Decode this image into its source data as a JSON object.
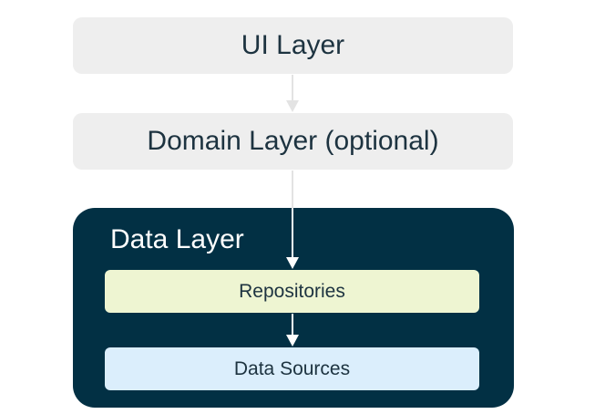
{
  "diagram": {
    "ui_layer": "UI Layer",
    "domain_layer": "Domain Layer (optional)",
    "data_layer": "Data Layer",
    "repositories": "Repositories",
    "data_sources": "Data Sources"
  },
  "colors": {
    "light_box": "#eeeeee",
    "data_layer_bg": "#023044",
    "repositories_bg": "#eef5d2",
    "data_sources_bg": "#dbeefc",
    "text_dark": "#1d3340",
    "arrow_light": "#e3e3e3",
    "arrow_white": "#ffffff"
  }
}
